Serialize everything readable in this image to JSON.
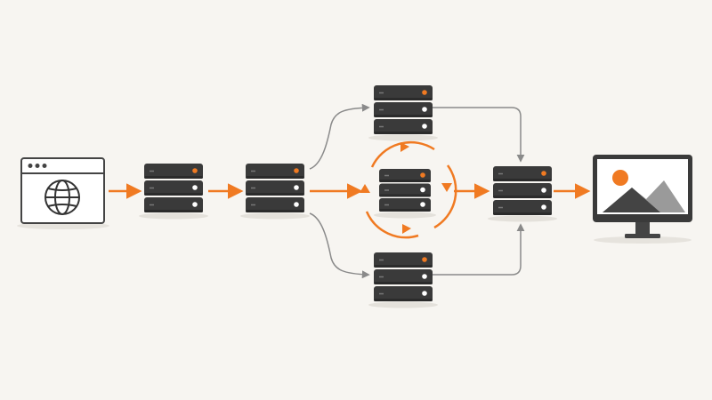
{
  "diagram": {
    "nodes": [
      {
        "id": "browser",
        "kind": "browser-window",
        "icon": "globe-icon"
      },
      {
        "id": "server-1",
        "kind": "server-stack",
        "units": 3,
        "led_unit": 0
      },
      {
        "id": "server-2",
        "kind": "server-stack",
        "units": 3,
        "led_unit": 0
      },
      {
        "id": "server-top",
        "kind": "server-stack",
        "units": 3,
        "led_unit": 0
      },
      {
        "id": "server-loop",
        "kind": "server-stack",
        "units": 3,
        "led_unit": 0
      },
      {
        "id": "server-bottom",
        "kind": "server-stack",
        "units": 3,
        "led_unit": 0
      },
      {
        "id": "server-merge",
        "kind": "server-stack",
        "units": 3,
        "led_unit": 0
      },
      {
        "id": "monitor",
        "kind": "display",
        "icon": "image-landscape-icon"
      }
    ],
    "edges": [
      {
        "from": "browser",
        "to": "server-1",
        "style": "primary"
      },
      {
        "from": "server-1",
        "to": "server-2",
        "style": "primary"
      },
      {
        "from": "server-2",
        "to": "server-top",
        "style": "secondary"
      },
      {
        "from": "server-2",
        "to": "server-loop",
        "style": "primary"
      },
      {
        "from": "server-2",
        "to": "server-bottom",
        "style": "secondary"
      },
      {
        "from": "server-loop",
        "to": "server-merge",
        "style": "primary"
      },
      {
        "from": "server-top",
        "to": "server-merge",
        "style": "secondary"
      },
      {
        "from": "server-bottom",
        "to": "server-merge",
        "style": "secondary"
      },
      {
        "from": "server-merge",
        "to": "monitor",
        "style": "primary"
      }
    ],
    "loop": {
      "around": "server-loop",
      "icon": "refresh-cycle-icon"
    }
  },
  "colors": {
    "background": "#f7f5f1",
    "accent": "#f07a22",
    "server_body": "#3a3a3a",
    "server_body_dark": "#2b2b2b",
    "connector": "#8a8a8a",
    "outline": "#444444"
  }
}
